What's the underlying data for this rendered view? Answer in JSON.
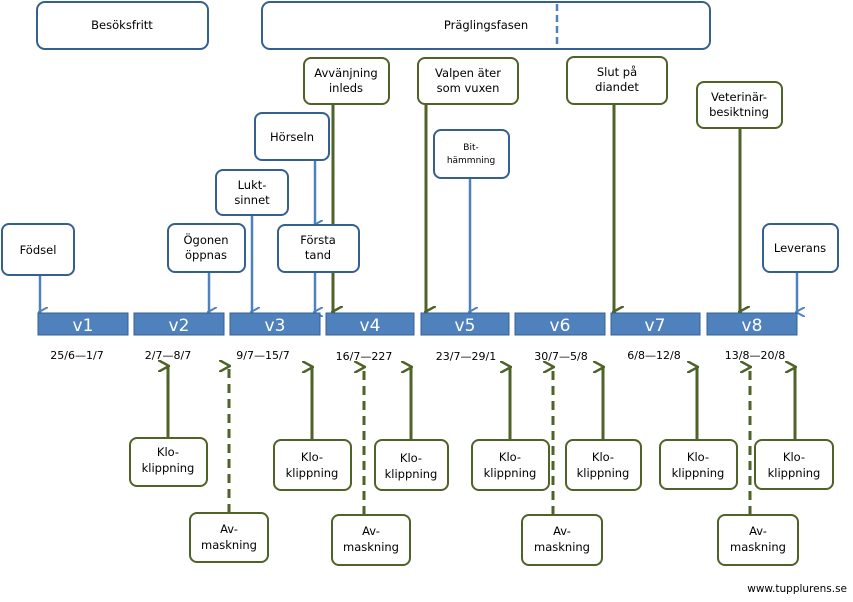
{
  "phases": {
    "visit_free": "Besöksfritt",
    "imprinting": "Präglingsfasen"
  },
  "milestones": {
    "birth": "Födsel",
    "eyes_open": [
      "Ögonen",
      "öppnas"
    ],
    "smell": [
      "Lukt-",
      "sinnet"
    ],
    "hearing": "Hörseln",
    "first_tooth": [
      "Första",
      "tand"
    ],
    "weaning": [
      "Avvänjning",
      "inleds"
    ],
    "eats_adult": [
      "Valpen äter",
      "som vuxen"
    ],
    "bite_inhibition": [
      "Bit-",
      "hämmning"
    ],
    "end_diet": [
      "Slut på",
      "diandet"
    ],
    "vet_check": [
      "Veterinär-",
      "besiktning"
    ],
    "delivery": "Leverans"
  },
  "weeks": [
    {
      "label": "v1",
      "dates": "25/6—1/7"
    },
    {
      "label": "v2",
      "dates": "2/7—8/7"
    },
    {
      "label": "v3",
      "dates": "9/7—15/7"
    },
    {
      "label": "v4",
      "dates": "16/7—227"
    },
    {
      "label": "v5",
      "dates": "23/7—29/1"
    },
    {
      "label": "v6",
      "dates": "30/7—5/8"
    },
    {
      "label": "v7",
      "dates": "6/8—12/8"
    },
    {
      "label": "v8",
      "dates": "13/8—20/8"
    }
  ],
  "care": {
    "claw": [
      "Klo-",
      "klippning"
    ],
    "deworm": [
      "Av-",
      "maskning"
    ]
  },
  "footer": {
    "url": "www.tupplurens.se"
  },
  "colors": {
    "blue_border": "#365f91",
    "blue_fill": "#4f81bd",
    "green": "#4f6228"
  }
}
